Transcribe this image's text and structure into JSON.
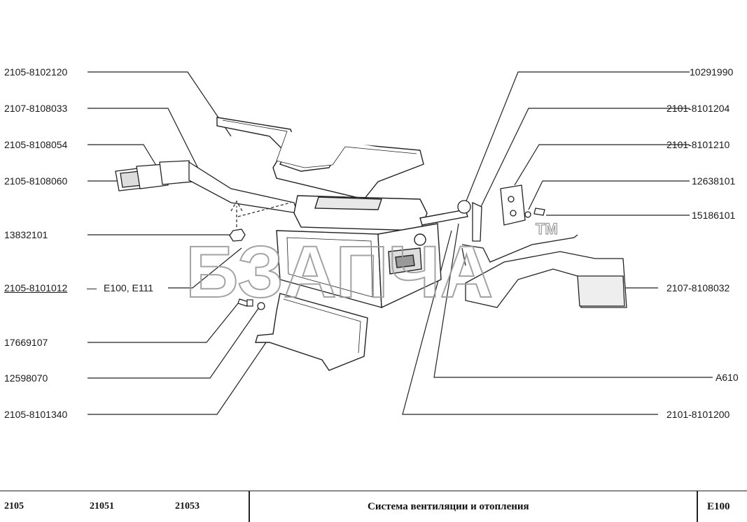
{
  "labels_left": [
    {
      "id": "2105-8102120",
      "text": "2105-8102120"
    },
    {
      "id": "2107-8108033",
      "text": "2107-8108033"
    },
    {
      "id": "2105-8108054",
      "text": "2105-8108054"
    },
    {
      "id": "2105-8108060",
      "text": "2105-8108060"
    },
    {
      "id": "13832101",
      "text": "13832101"
    },
    {
      "id": "2105-8101012",
      "text": "2105-8101012"
    },
    {
      "id": "e100-e111",
      "text": "E100, E111"
    },
    {
      "id": "17669107",
      "text": "17669107"
    },
    {
      "id": "12598070",
      "text": "12598070"
    },
    {
      "id": "2105-8101340",
      "text": "2105-8101340"
    }
  ],
  "labels_right": [
    {
      "id": "10291990",
      "text": "10291990"
    },
    {
      "id": "2101-8101204",
      "text": "2101-8101204"
    },
    {
      "id": "2101-8101210",
      "text": "2101-8101210"
    },
    {
      "id": "12638101",
      "text": "12638101"
    },
    {
      "id": "15186101",
      "text": "15186101"
    },
    {
      "id": "2107-8108032",
      "text": "2107-8108032"
    },
    {
      "id": "a610",
      "text": "A610"
    },
    {
      "id": "2101-8101200",
      "text": "2101-8101200"
    }
  ],
  "separator_dash": "—",
  "watermark": {
    "text": "БЗАПЧА",
    "tm": "TM"
  },
  "footer": {
    "models": [
      "2105",
      "21051",
      "21053"
    ],
    "title": "Система вентиляции и отопления",
    "code": "E100"
  }
}
